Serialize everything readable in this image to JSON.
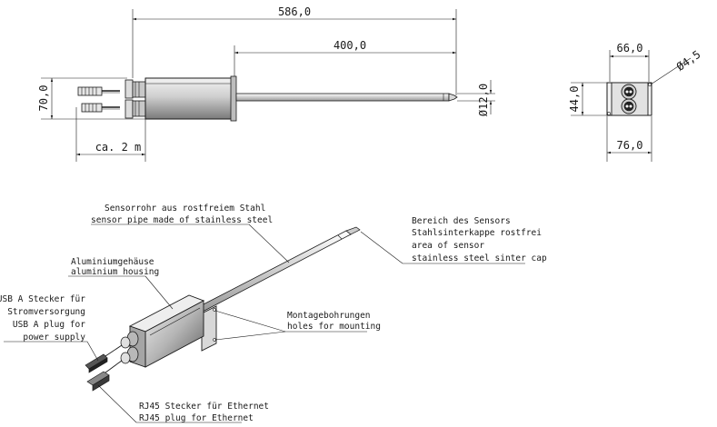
{
  "dimensions": {
    "overall_length": "586,0",
    "pipe_length": "400,0",
    "height": "70,0",
    "cable_length": "ca. 2 m",
    "pipe_diameter": "Ø12,0",
    "flange_width_top": "66,0",
    "hole_diameter": "Ø4,5",
    "flange_height": "44,0",
    "flange_width_bottom": "76,0"
  },
  "annotations": {
    "sensor_pipe_de": "Sensorrohr aus rostfreiem Stahl",
    "sensor_pipe_en": "sensor pipe made of stainless steel",
    "sensor_area_de_1": "Bereich des Sensors",
    "sensor_area_de_2": "Stahlsinterkappe rostfrei",
    "sensor_area_en_1": "area of sensor",
    "sensor_area_en_2": "stainless steel sinter cap",
    "housing_de": "Aluminiumgehäuse",
    "housing_en": "aluminium housing",
    "usb_de_1": "USB A Stecker für",
    "usb_de_2": "Stromversorgung",
    "usb_en_1": "USB A plug for",
    "usb_en_2": "power supply",
    "mounting_de": "Montagebohrungen",
    "mounting_en": "holes for mounting",
    "rj45_de": "RJ45 Stecker für Ethernet",
    "rj45_en": "RJ45 plug for Ethernet"
  },
  "colors": {
    "line": "#1a1a1a",
    "housing_light": "#d9d9d9",
    "housing_dark": "#8c8c8c"
  }
}
